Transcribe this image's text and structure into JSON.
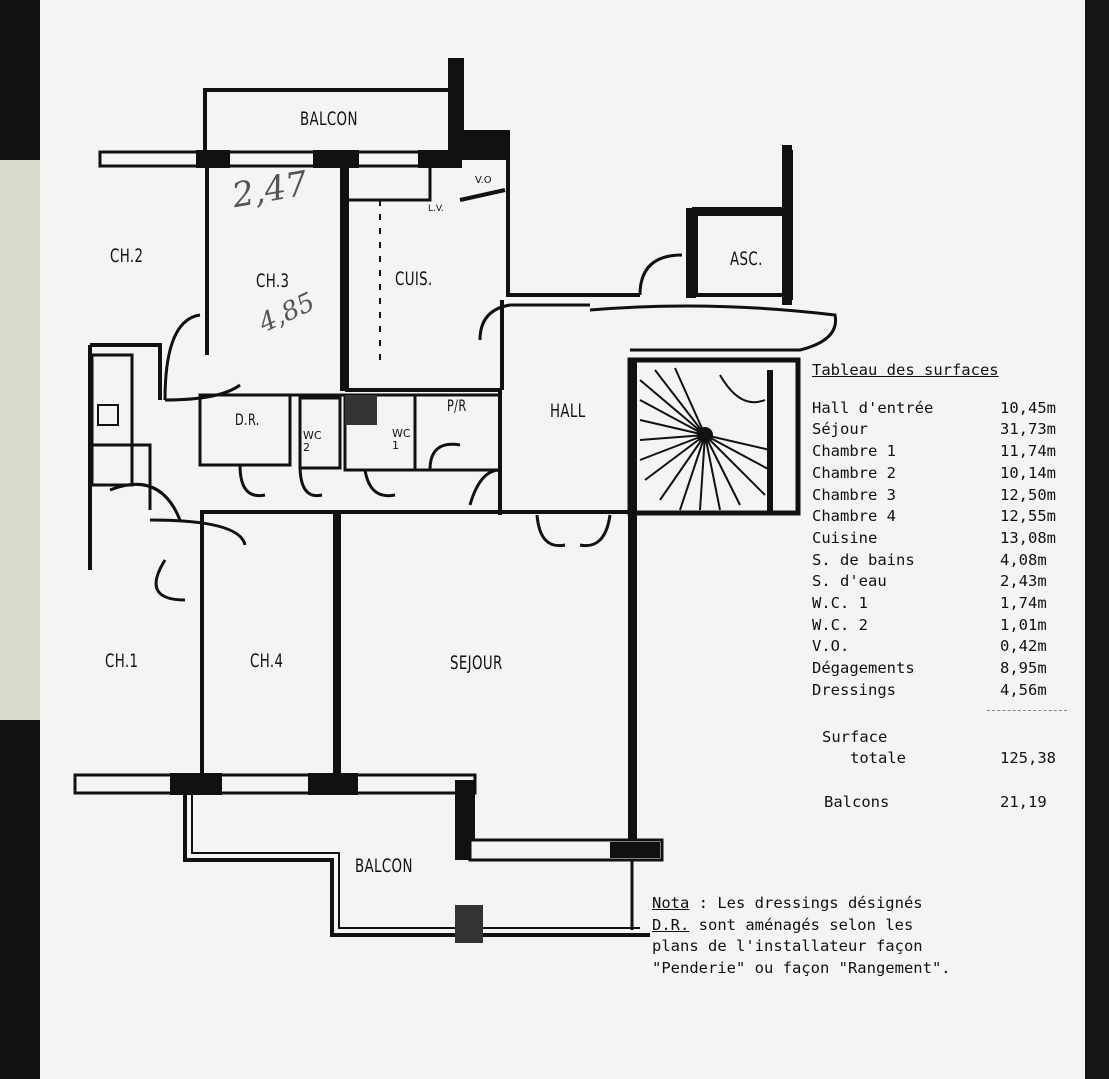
{
  "rooms": {
    "balcon_top": "BALCON",
    "balcon_bottom": "BALCON",
    "ch2": "CH.2",
    "ch3": "CH.3",
    "ch1": "CH.1",
    "ch4": "CH.4",
    "cuis": "CUIS.",
    "asc": "ASC.",
    "hall": "HALL",
    "sejour": "SEJOUR",
    "dr": "D.R.",
    "pr": "P/R",
    "wc2": "WC 2",
    "wc1": "WC 1",
    "vo": "V.O",
    "lv": "L.V."
  },
  "annotations": {
    "pencil_top": "2,47",
    "pencil_ch3": "4,85"
  },
  "surfaces": {
    "title": "Tableau des surfaces",
    "rows": [
      {
        "label": "Hall d'entrée",
        "value": "10,45m"
      },
      {
        "label": "Séjour",
        "value": "31,73m"
      },
      {
        "label": "Chambre 1",
        "value": "11,74m"
      },
      {
        "label": "Chambre 2",
        "value": "10,14m"
      },
      {
        "label": "Chambre 3",
        "value": "12,50m"
      },
      {
        "label": "Chambre 4",
        "value": "12,55m"
      },
      {
        "label": "Cuisine",
        "value": "13,08m"
      },
      {
        "label": "S. de bains",
        "value": "4,08m"
      },
      {
        "label": "S. d'eau",
        "value": "2,43m"
      },
      {
        "label": "W.C. 1",
        "value": "1,74m"
      },
      {
        "label": "W.C. 2",
        "value": "1,01m"
      },
      {
        "label": "V.O.",
        "value": "0,42m"
      },
      {
        "label": "Dégagements",
        "value": "8,95m"
      },
      {
        "label": "Dressings",
        "value": "4,56m"
      }
    ],
    "total_label_1": "Surface",
    "total_label_2": "totale",
    "total_value": "125,38",
    "balcons_label": "Balcons",
    "balcons_value": "21,19"
  },
  "nota": {
    "word": "Nota",
    "line1": " : Les dressings désignés",
    "line2_u": "D.R.",
    "line2": " sont aménagés selon les",
    "line3": "plans de l'installateur façon",
    "line4": "\"Penderie\" ou façon \"Rangement\"."
  }
}
